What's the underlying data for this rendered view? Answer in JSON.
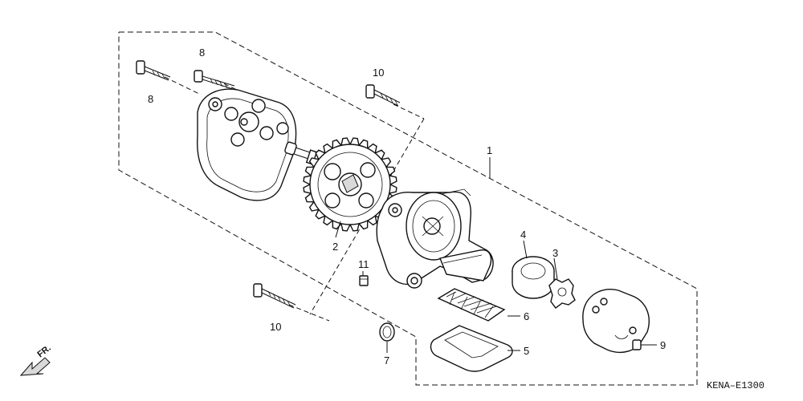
{
  "labels": {
    "p1": "1",
    "p2": "2",
    "p3": "3",
    "p4": "4",
    "p5": "5",
    "p6": "6",
    "p7": "7",
    "p8a": "8",
    "p8b": "8",
    "p9": "9",
    "p10a": "10",
    "p10b": "10",
    "p11": "11"
  },
  "front_marker": "FR.",
  "drawing_code": "KENA–E1300"
}
